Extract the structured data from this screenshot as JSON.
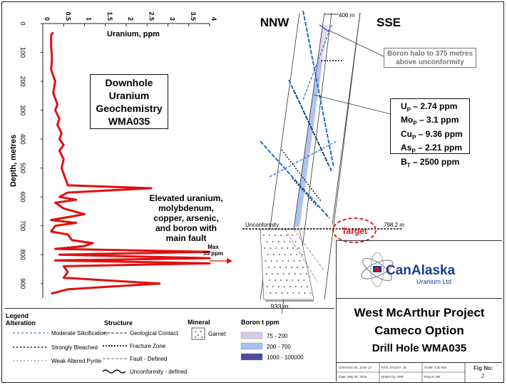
{
  "chart_data": {
    "type": "line",
    "title": "Uranium, ppm",
    "ylabel": "Depth, metres",
    "xlim": [
      0,
      4
    ],
    "ylim": [
      0,
      950
    ],
    "x_ticks": [
      "0",
      "0.5",
      "1",
      "1.5",
      "2",
      "2.5",
      "3",
      "3.5",
      "4"
    ],
    "y_ticks": [
      "0",
      "100",
      "200",
      "300",
      "400",
      "500",
      "600",
      "700",
      "800",
      "900"
    ],
    "series": [
      {
        "color": "#e01010",
        "points": [
          [
            0.25,
            30
          ],
          [
            0.2,
            40
          ],
          [
            0.2,
            80
          ],
          [
            0.22,
            120
          ],
          [
            0.2,
            160
          ],
          [
            0.3,
            200
          ],
          [
            0.25,
            240
          ],
          [
            0.35,
            280
          ],
          [
            0.3,
            300
          ],
          [
            0.4,
            330
          ],
          [
            0.35,
            350
          ],
          [
            0.45,
            380
          ],
          [
            0.4,
            400
          ],
          [
            0.5,
            420
          ],
          [
            0.4,
            440
          ],
          [
            0.5,
            470
          ],
          [
            0.45,
            500
          ],
          [
            0.55,
            540
          ],
          [
            0.6,
            560
          ],
          [
            2.6,
            570
          ],
          [
            0.6,
            585
          ],
          [
            0.4,
            600
          ],
          [
            0.8,
            610
          ],
          [
            0.3,
            620
          ],
          [
            0.5,
            640
          ],
          [
            1.0,
            660
          ],
          [
            0.2,
            680
          ],
          [
            0.8,
            690
          ],
          [
            0.3,
            700
          ],
          [
            0.2,
            720
          ],
          [
            0.6,
            730
          ],
          [
            0.7,
            750
          ],
          [
            1.2,
            760
          ],
          [
            1.0,
            770
          ],
          [
            0.3,
            780
          ],
          [
            4.0,
            790
          ],
          [
            0.4,
            800
          ],
          [
            4.0,
            812
          ],
          [
            0.3,
            820
          ],
          [
            4.0,
            830
          ],
          [
            0.5,
            840
          ],
          [
            0.6,
            860
          ],
          [
            0.5,
            880
          ],
          [
            2.8,
            900
          ],
          [
            0.6,
            920
          ],
          [
            0.2,
            935
          ]
        ]
      }
    ],
    "annotations": [
      "Max 55 ppm"
    ]
  },
  "panel": {
    "title_lines": [
      "Downhole",
      "Uranium",
      "Geochemistry",
      "WMA035"
    ],
    "note_lines": [
      "Elevated uranium,",
      "molybdenum,",
      "copper, arsenic,",
      "and boron with",
      "main fault"
    ],
    "max_lines": [
      "Max",
      "55 ppm"
    ]
  },
  "section": {
    "left_label": "NNW",
    "right_label": "SSE",
    "top_depth": "400 m",
    "unconformity_label": "Unconformity",
    "unconformity_depth": "798.2 m",
    "bottom_depth": "933 m",
    "target_label": "Target",
    "boron_halo": "Boron halo to 375 metres above unconformity",
    "boron_halo_lines": [
      "Boron halo to 375 metres",
      "above unconformity"
    ],
    "assays": [
      {
        "el": "U",
        "sub": "P",
        "val": " – 2.74 ppm"
      },
      {
        "el": "Mo",
        "sub": "P",
        "val": " – 3.1 ppm"
      },
      {
        "el": "Cu",
        "sub": "P",
        "val": " – 9.36 ppm"
      },
      {
        "el": "As",
        "sub": "P",
        "val": " – 2.21 ppm"
      },
      {
        "el": "B",
        "sub": "T",
        "val": " – 2500 ppm"
      }
    ]
  },
  "logo": {
    "name": "CanAlaska",
    "sub": "Uranium Ltd"
  },
  "project": {
    "line1": "West McArthur Project",
    "line2": "Cameco Option",
    "line3": "Drill Hole WMA035"
  },
  "meta": {
    "datum": "UTM NAD 83, Zone 13",
    "nts": "NTS: 074J/07, 08",
    "scale": "Scale: 1:30 000",
    "date": "Date: May 30, 2016",
    "drawn": "Drawn by: GRE",
    "report": "Report: NR",
    "fig_label": "Fig No:",
    "fig_no": "2"
  },
  "legend": {
    "legend_title": "Legend",
    "alteration_title": "Alteration",
    "alteration": [
      "Moderate Silicification",
      "Strongly Bleached",
      "Weak Altered Pyrite"
    ],
    "structure_title": "Structure",
    "structure": [
      "Geological Contact",
      "Fracture Zone",
      "Fault - Defined",
      "Unconformity - defined"
    ],
    "mineral_title": "Mineral",
    "mineral": [
      "Garnet"
    ],
    "boron_title": "Boron t ppm",
    "boron": [
      {
        "label": "75 - 200",
        "color": "#d9c9e6"
      },
      {
        "label": "200 - 700",
        "color": "#a8c0f0"
      },
      {
        "label": "1000 - 100000",
        "color": "#4a4aa8"
      }
    ]
  }
}
